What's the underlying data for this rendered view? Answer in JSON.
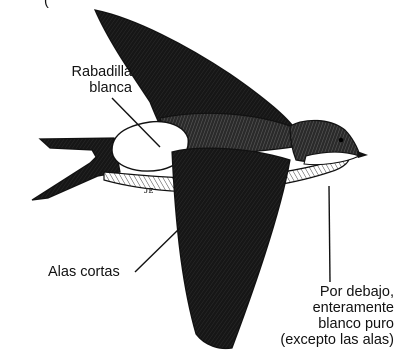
{
  "header_fragment": "(",
  "labels": {
    "rump": "Rabadilla\nblanca",
    "short_wings": "Alas cortas",
    "underside": "Por debajo,\nenteramente\nblanco puro\n(excepto las alas)"
  },
  "artist_mark": "ᴊᴇ",
  "colors": {
    "ink": "#141414",
    "background": "#ffffff",
    "white_patch": "#ffffff"
  }
}
